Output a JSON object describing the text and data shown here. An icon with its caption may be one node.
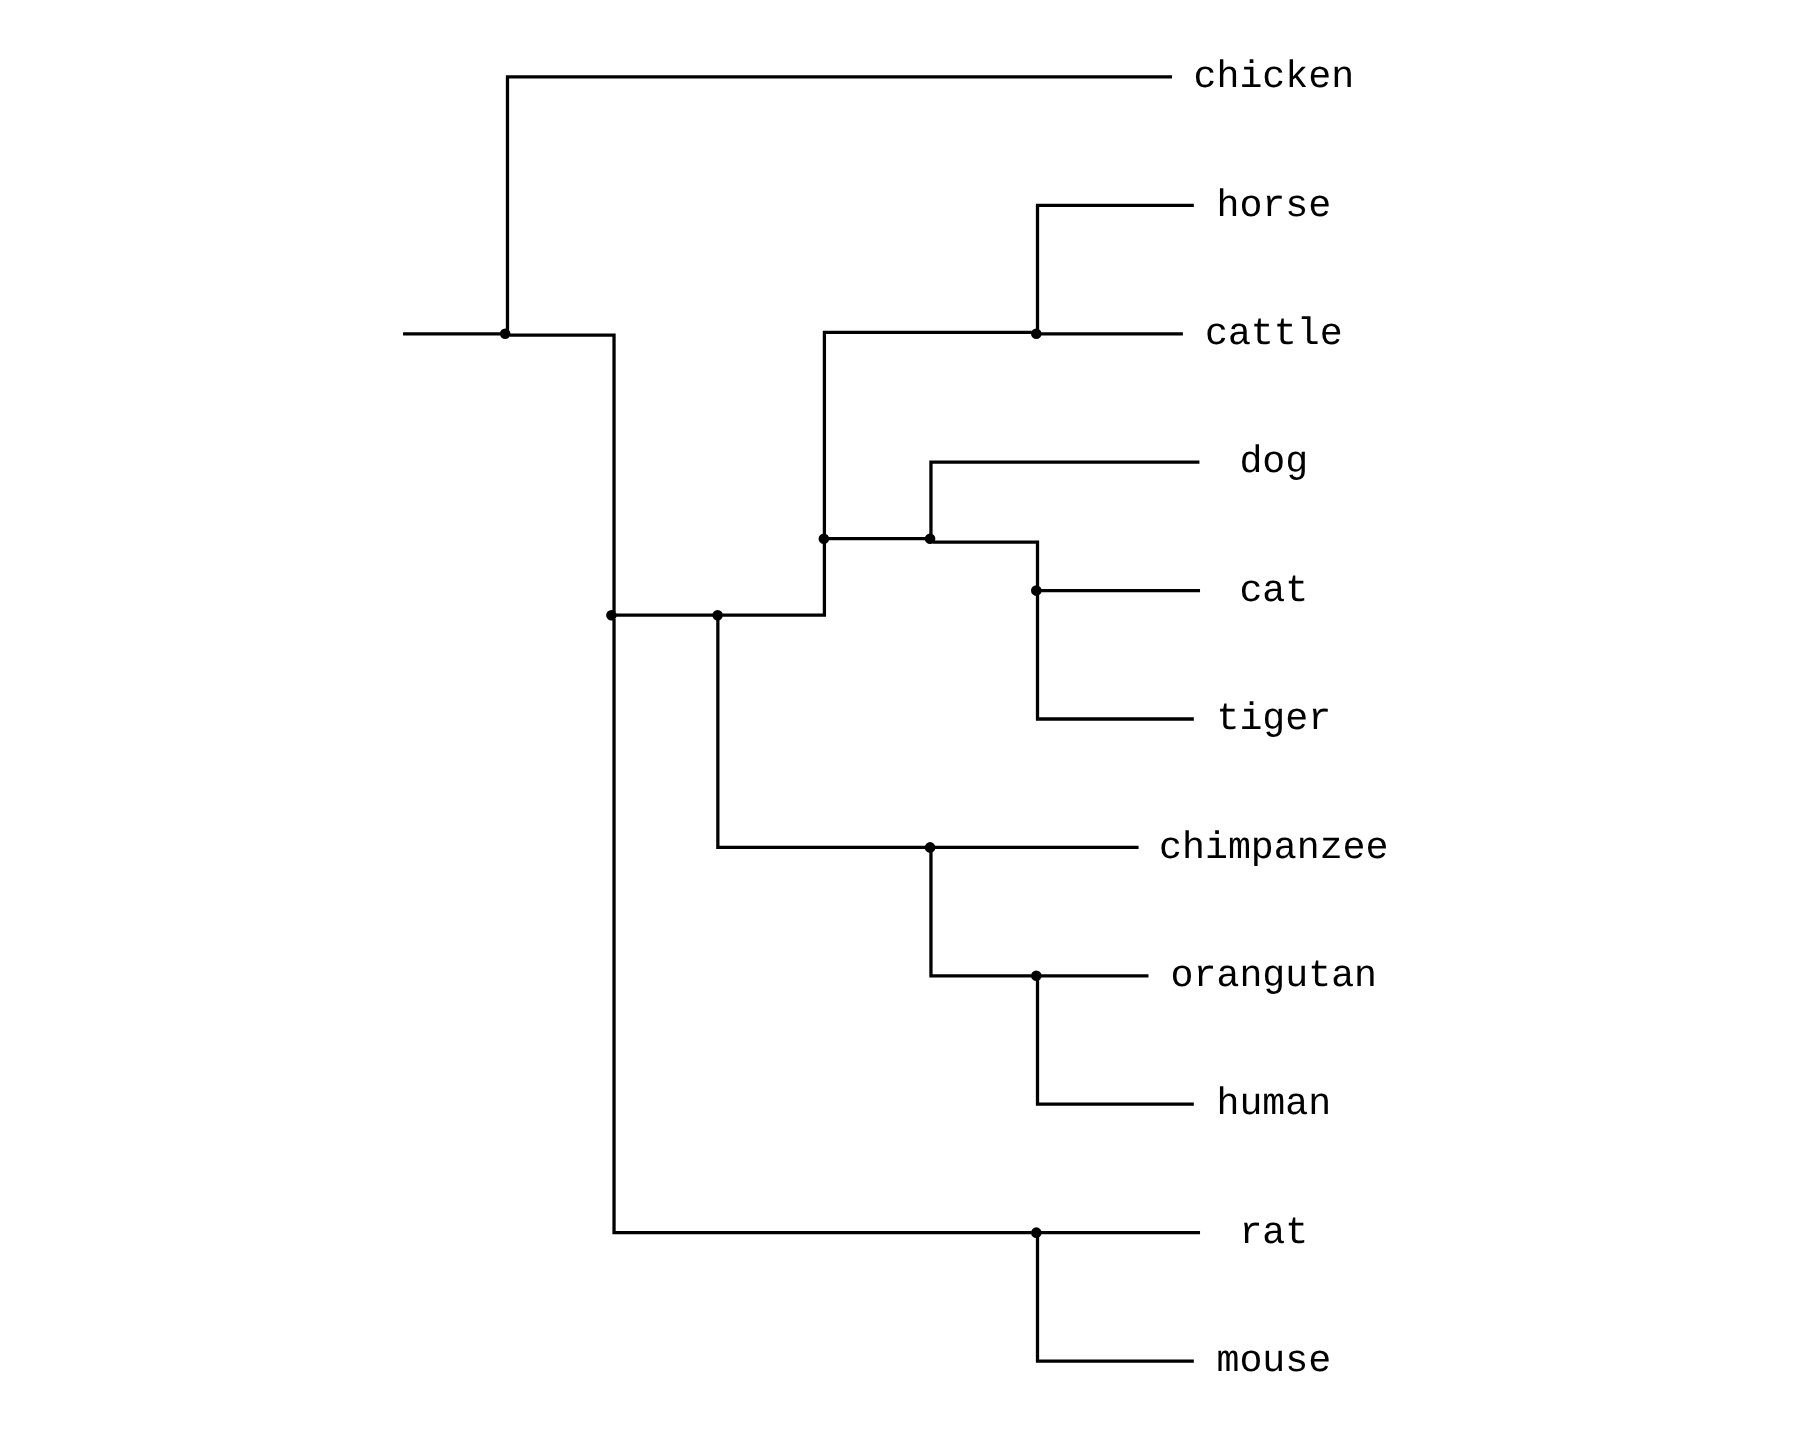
{
  "diagram": {
    "nodes": [
      {
        "text": [
          "horse"
        ]
      },
      {
        "text": [
          "cattle"
        ]
      },
      {
        "text": [
          "cat"
        ]
      },
      {
        "text": [
          "tiger"
        ]
      },
      {
        "text": [
          "dog"
        ]
      },
      {
        "text": [
          "orangutan"
        ]
      },
      {
        "text": [
          "human"
        ]
      },
      {
        "text": [
          "chimpanzee"
        ]
      },
      {
        "text": [
          "rat"
        ]
      },
      {
        "text": [
          "mouse"
        ]
      },
      {
        "text": [
          "chicken"
        ]
      },
      {
        "text": [],
        "shape": "point"
      },
      {
        "text": [],
        "shape": "point"
      },
      {
        "text": [],
        "shape": "point"
      },
      {
        "text": [],
        "shape": "point"
      },
      {
        "text": [],
        "shape": "point"
      },
      {
        "text": [],
        "shape": "point"
      },
      {
        "text": [],
        "shape": "point"
      },
      {
        "text": [],
        "shape": "point"
      },
      {
        "text": [],
        "shape": "point"
      },
      {
        "text": [],
        "shape": "point"
      }
    ],
    "edges": [
      {
        "from": null,
        "to": 11,
        "arrow": "none"
      },
      {
        "from": 11,
        "to": 12,
        "arrow": "none"
      },
      {
        "from": 11,
        "to": 10,
        "arrow": "none"
      },
      {
        "from": 12,
        "to": 13,
        "arrow": "none"
      },
      {
        "from": 12,
        "to": 20,
        "arrow": "none"
      },
      {
        "from": 13,
        "to": 14,
        "arrow": "none"
      },
      {
        "from": 13,
        "to": 18,
        "arrow": "none"
      },
      {
        "from": 14,
        "to": 15,
        "arrow": "none"
      },
      {
        "from": 14,
        "to": 16,
        "arrow": "none"
      },
      {
        "from": 15,
        "to": 0,
        "arrow": "none"
      },
      {
        "from": 15,
        "to": 1,
        "arrow": "none"
      },
      {
        "from": 16,
        "to": 17,
        "arrow": "none"
      },
      {
        "from": 16,
        "to": 4,
        "arrow": "none"
      },
      {
        "from": 17,
        "to": 2,
        "arrow": "none"
      },
      {
        "from": 17,
        "to": 3,
        "arrow": "none"
      },
      {
        "from": 18,
        "to": 19,
        "arrow": "none"
      },
      {
        "from": 18,
        "to": 7,
        "arrow": "none"
      },
      {
        "from": 19,
        "to": 5,
        "arrow": "none"
      },
      {
        "from": 19,
        "to": 6,
        "arrow": "none"
      },
      {
        "from": 20,
        "to": 8,
        "arrow": "none"
      },
      {
        "from": 20,
        "to": 9,
        "arrow": "none"
      }
    ]
  }
}
